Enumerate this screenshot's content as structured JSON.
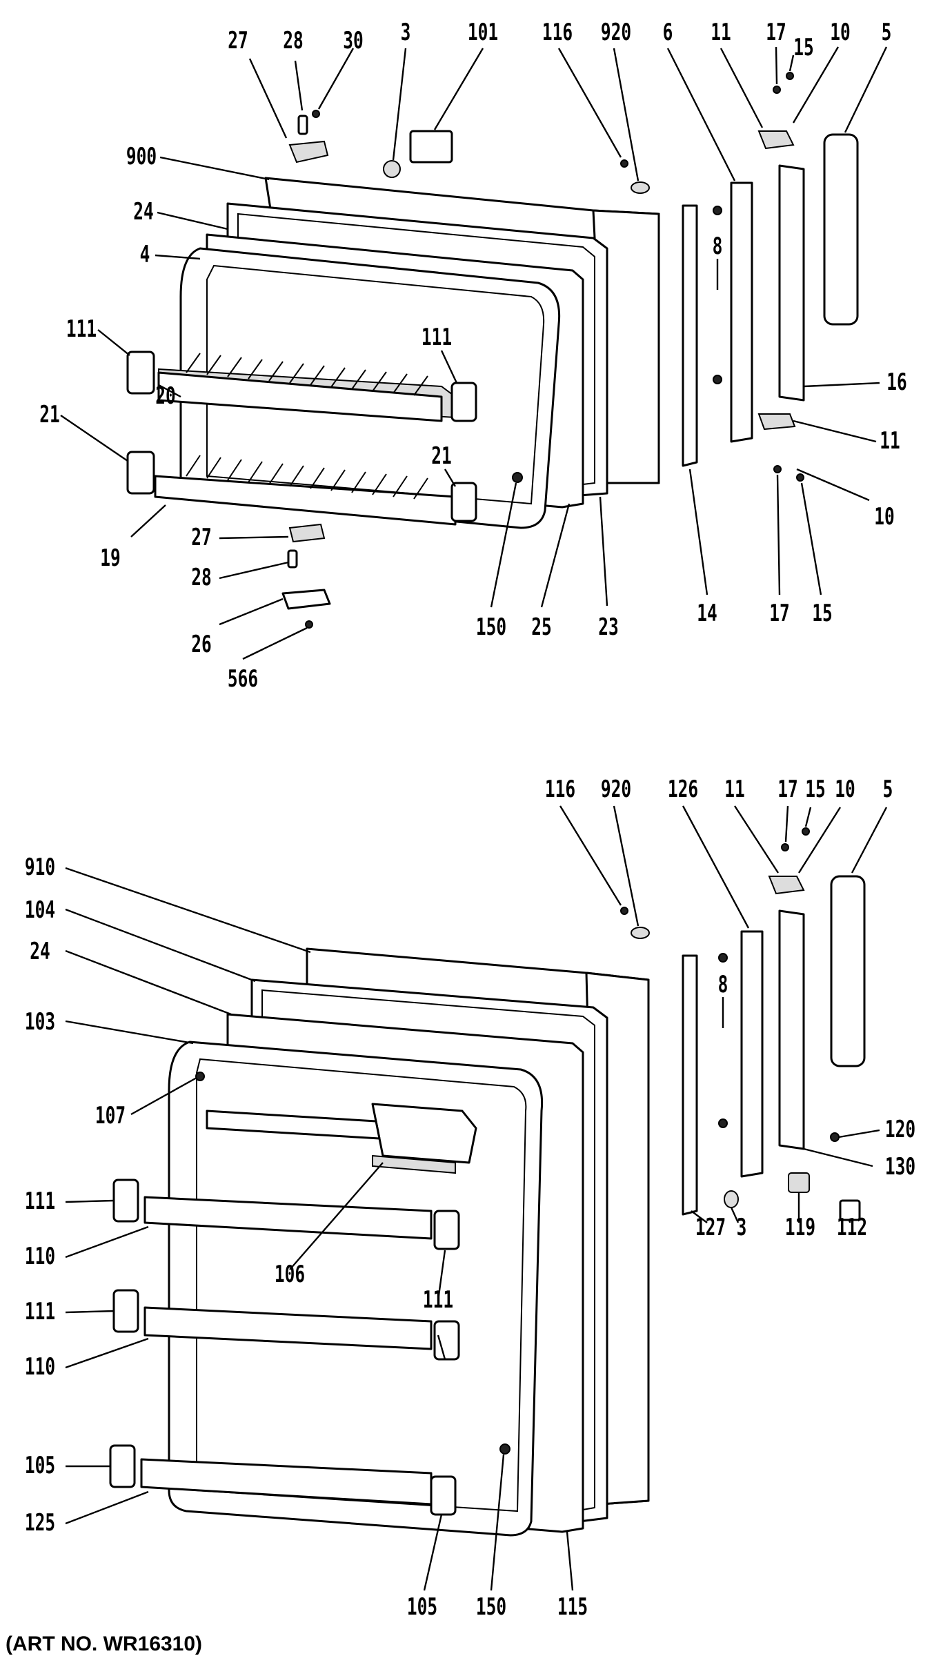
{
  "callouts": {
    "c_27a": "27",
    "c_28a": "28",
    "c_30": "30",
    "c_3a": "3",
    "c_101": "101",
    "c_116a": "116",
    "c_920a": "920",
    "c_6": "6",
    "c_11a": "11",
    "c_17a": "17",
    "c_15a": "15",
    "c_10a": "10",
    "c_5a": "5",
    "c_900": "900",
    "c_24a": "24",
    "c_4": "4",
    "c_111a": "111",
    "c_111b": "111",
    "c_8a": "8",
    "c_16": "16",
    "c_21a": "21",
    "c_20": "20",
    "c_11b": "11",
    "c_21b": "21",
    "c_10b": "10",
    "c_19": "19",
    "c_27b": "27",
    "c_28b": "28",
    "c_26": "26",
    "c_566": "566",
    "c_150a": "150",
    "c_25": "25",
    "c_23": "23",
    "c_14": "14",
    "c_17b": "17",
    "c_15b": "15",
    "c_116b": "116",
    "c_920b": "920",
    "c_126": "126",
    "c_11c": "11",
    "c_17c": "17",
    "c_15c": "15",
    "c_10c": "10",
    "c_5b": "5",
    "c_910": "910",
    "c_104": "104",
    "c_24b": "24",
    "c_103": "103",
    "c_8b": "8",
    "c_107": "107",
    "c_120": "120",
    "c_130": "130",
    "c_111c": "111",
    "c_110a": "110",
    "c_106": "106",
    "c_127": "127",
    "c_3b": "3",
    "c_119": "119",
    "c_112": "112",
    "c_111d": "111",
    "c_111e": "111",
    "c_110b": "110",
    "c_105a": "105",
    "c_125": "125",
    "c_105b": "105",
    "c_150b": "150",
    "c_115": "115"
  },
  "footer_text": "(ART NO. WR16310)"
}
